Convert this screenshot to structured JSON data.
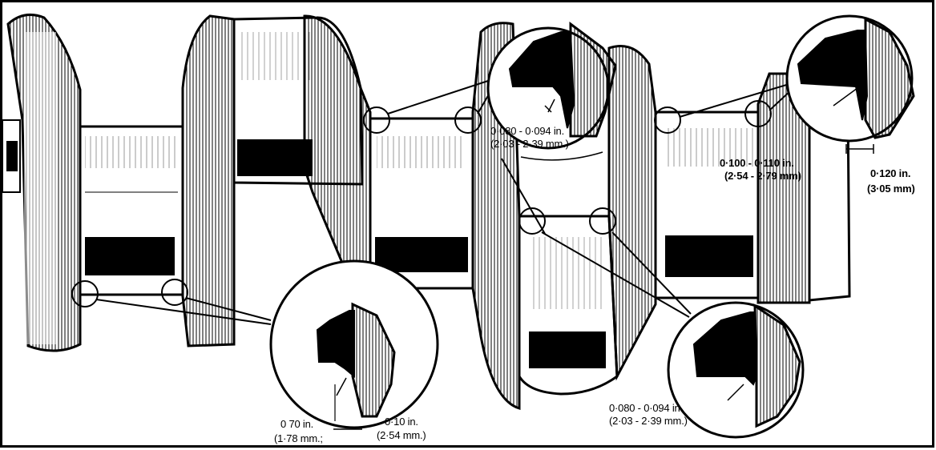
{
  "labels": {
    "top_fillet_in": "0·080  -  0·094 in.",
    "top_fillet_mm": "(2·03  -  2·39 mm.)",
    "right_fillet_in": "0·100 - 0·110  in.",
    "right_fillet_mm": "(2·54 - 2·79 mm)",
    "right_width_in": "0·120 in.",
    "right_width_mm": "(3·05 mm)",
    "bottom_right_in": "0·080  -  0·094 in.",
    "bottom_right_mm": "(2·03  -  2·39 mm.)",
    "bottom_left_a_in": "0 70 in.",
    "bottom_left_a_mm": "(1·78 mm.;",
    "bottom_left_b_in": "0·10 in.",
    "bottom_left_b_mm": "(2·54 mm.)"
  }
}
